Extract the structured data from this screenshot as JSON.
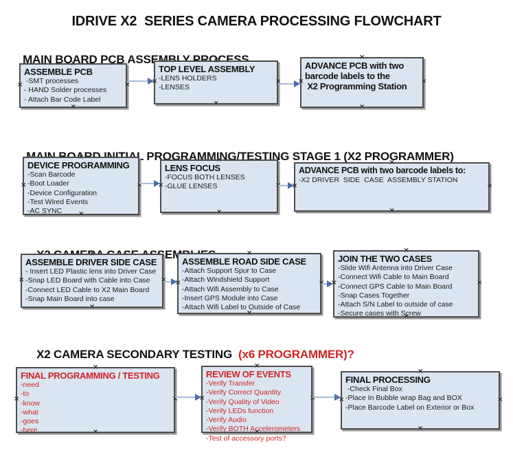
{
  "title": "IDRIVE X2  SERIES CAMERA PROCESSING FLOWCHART",
  "colors": {
    "box_fill": "#dbe5f1",
    "box_border": "#4c4c4c",
    "arrow_line": "#a9bad7",
    "arrow_head": "#4a6da8",
    "red_text": "#cf2525",
    "black_text": "#111111"
  },
  "sections": [
    {
      "heading": "MAIN BOARD PCB ASSEMBLY PROCESS",
      "heading_red": "",
      "boxes": [
        {
          "title": "ASSEMBLE PCB",
          "items": [
            " -SMT processes",
            "- HAND Solder processes",
            "- Attach Bar Code Label"
          ]
        },
        {
          "title": "TOP LEVEL ASSEMBLY",
          "items": [
            "-LENS HOLDERS",
            "-LENSES"
          ]
        },
        {
          "title": "ADVANCE PCB with two\nbarcode labels to the\n X2 Programming Station",
          "items": []
        }
      ]
    },
    {
      "heading": "MAIN BOARD INITIAL PROGRAMMING/TESTING STAGE 1 (X2 PROGRAMMER)",
      "heading_red": "",
      "boxes": [
        {
          "title": "DEVICE PROGRAMMING",
          "items": [
            "-Scan Barcode",
            "-Boot Loader",
            "-Device Configuration",
            "-Test Wired Events",
            "-AC SYNC"
          ]
        },
        {
          "title": "LENS FOCUS",
          "items": [
            "-FOCUS BOTH LENSES",
            "-GLUE LENSES"
          ]
        },
        {
          "title": "ADVANCE PCB with two barcode labels to:",
          "items": [
            "-X2 DRIVER  SIDE  CASE  ASSEMBLY STATION"
          ]
        }
      ]
    },
    {
      "heading": "X2 CAMERA CASE ASSEMBLIES",
      "heading_red": "",
      "boxes": [
        {
          "title": "ASSEMBLE DRIVER SIDE CASE",
          "items": [
            "- Insert LED Plastic lens into Driver Case",
            "-Snap LED Board with Cable into Case",
            "-Connect LED Cable to X2 Main Board",
            "-Snap Main Board into case"
          ]
        },
        {
          "title": "ASSEMBLE ROAD SIDE CASE",
          "items": [
            "-Attach Support Spur to Case",
            "-Attach Windshield Support",
            "-Attach Wifi Assembly to Case",
            "-Insert GPS Module into Case",
            "-Attach Wifi Label to Outside of Case"
          ]
        },
        {
          "title": "JOIN THE TWO CASES",
          "items": [
            "-Slide Wifi Antenna into Driver Case",
            "-Connect Wifi Cable to Main Board",
            "-Connect GPS Cable to Main Board",
            "-Snap Cases Together",
            "-Attach S/N Label to outside of case",
            "-Secure cases with Screw"
          ]
        }
      ]
    },
    {
      "heading": "X2 CAMERA SECONDARY TESTING ",
      "heading_red": " (x6 PROGRAMMER)?",
      "boxes": [
        {
          "title": "FINAL PROGRAMMING / TESTING",
          "items": [
            "-need",
            "-to",
            "-know",
            "-what",
            "-goes",
            "-here"
          ]
        },
        {
          "title": "REVIEW OF EVENTS",
          "items": [
            "-Verify Transfer",
            "-Verify Correct Quantity",
            "-Verify Quality of Video",
            "-Verify LEDs function",
            "-Verify Audio",
            "-Verify BOTH Accelerometers",
            "-Test of accessory ports?"
          ]
        },
        {
          "title": "FINAL PROCESSING",
          "items": [
            " -Check Final Box",
            "-Place In Bubble wrap Bag and BOX",
            "-Place Barcode Label on Exterior or Box"
          ]
        }
      ]
    }
  ]
}
